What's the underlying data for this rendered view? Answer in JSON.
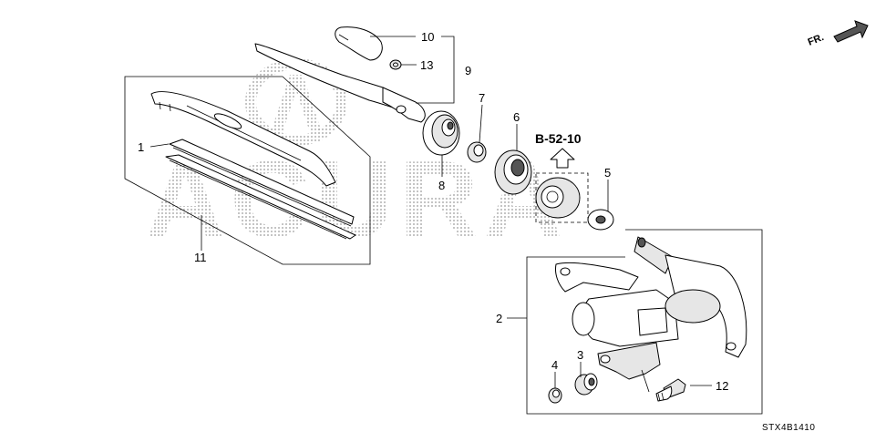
{
  "watermark": {
    "text": "ACURA"
  },
  "reference": {
    "label": "B-52-10"
  },
  "orientation": {
    "label": "FR."
  },
  "diagram_code": "STX4B1410",
  "callouts": [
    {
      "number": "1"
    },
    {
      "number": "2"
    },
    {
      "number": "3"
    },
    {
      "number": "4"
    },
    {
      "number": "5"
    },
    {
      "number": "6"
    },
    {
      "number": "7"
    },
    {
      "number": "8"
    },
    {
      "number": "9"
    },
    {
      "number": "10"
    },
    {
      "number": "11"
    },
    {
      "number": "12"
    },
    {
      "number": "13"
    }
  ]
}
